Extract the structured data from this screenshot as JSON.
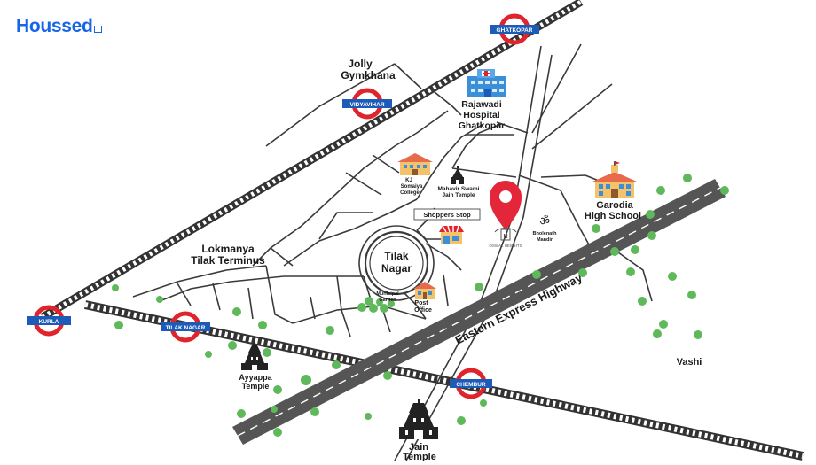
{
  "brand": {
    "name": "Houssed",
    "color": "#1565e8"
  },
  "colors": {
    "road": "#3a3a3a",
    "rail": "#333333",
    "station_ring": "#e0242b",
    "station_bar": "#1c5bb8",
    "pin": "#e3263a",
    "tree": "#5fb95a",
    "label": "#1a1a1a"
  },
  "stations": [
    {
      "name": "GHATKOPAR"
    },
    {
      "name": "VIDYAVIHAR"
    },
    {
      "name": "KURLA"
    },
    {
      "name": "TILAK NAGAR"
    },
    {
      "name": "CHEMBUR"
    }
  ],
  "places": {
    "jolly": [
      "Jolly",
      "Gymkhana"
    ],
    "rajawadi": [
      "Rajawadi",
      "Hospital",
      "Ghatkopar"
    ],
    "kj": [
      "KJ",
      "Somaiya",
      "College"
    ],
    "mahavir": [
      "Mahavir Swami",
      "Jain Temple"
    ],
    "shoppers": "Shoppers Stop",
    "garodia": [
      "Garodia",
      "High School"
    ],
    "bholenath": [
      "Bholenath",
      "Mandir"
    ],
    "lokmanya": [
      "Lokmanya",
      "Tilak Terminus"
    ],
    "tilak": [
      "Tilak",
      "Nagar"
    ],
    "garden": [
      "Municipal",
      "Garden"
    ],
    "post": [
      "Post",
      "Office"
    ],
    "ayyappa": [
      "Ayyappa",
      "Temple"
    ],
    "jain": [
      "Jain",
      "Temple"
    ],
    "vashi": "Vashi",
    "highway": "Eastern Express Highway",
    "project": "OSWAL HEIGHTS"
  },
  "icons": {
    "pin": "location-pin-icon",
    "hospital": "hospital-icon",
    "college": "college-icon",
    "temple": "temple-icon",
    "school": "school-icon",
    "om": "om-icon",
    "shop": "shop-icon",
    "post": "post-office-icon",
    "tree": "tree-icon",
    "metro": "metro-station-icon"
  }
}
